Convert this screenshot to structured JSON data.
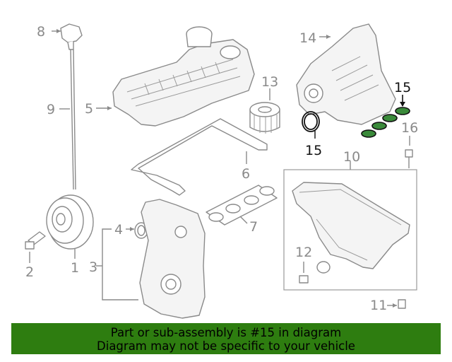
{
  "callouts": {
    "c1": "1",
    "c2": "2",
    "c3": "3",
    "c4": "4",
    "c5": "5",
    "c6": "6",
    "c7": "7",
    "c8": "8",
    "c9": "9",
    "c10": "10",
    "c11": "11",
    "c12": "12",
    "c13": "13",
    "c14": "14",
    "c15a": "15",
    "c15b": "15",
    "c16": "16"
  },
  "highlight_color": "#2e7d10",
  "banner": {
    "line1": "Part or sub-assembly is #15 in diagram",
    "line2": "Diagram may not be specific to your vehicle"
  }
}
